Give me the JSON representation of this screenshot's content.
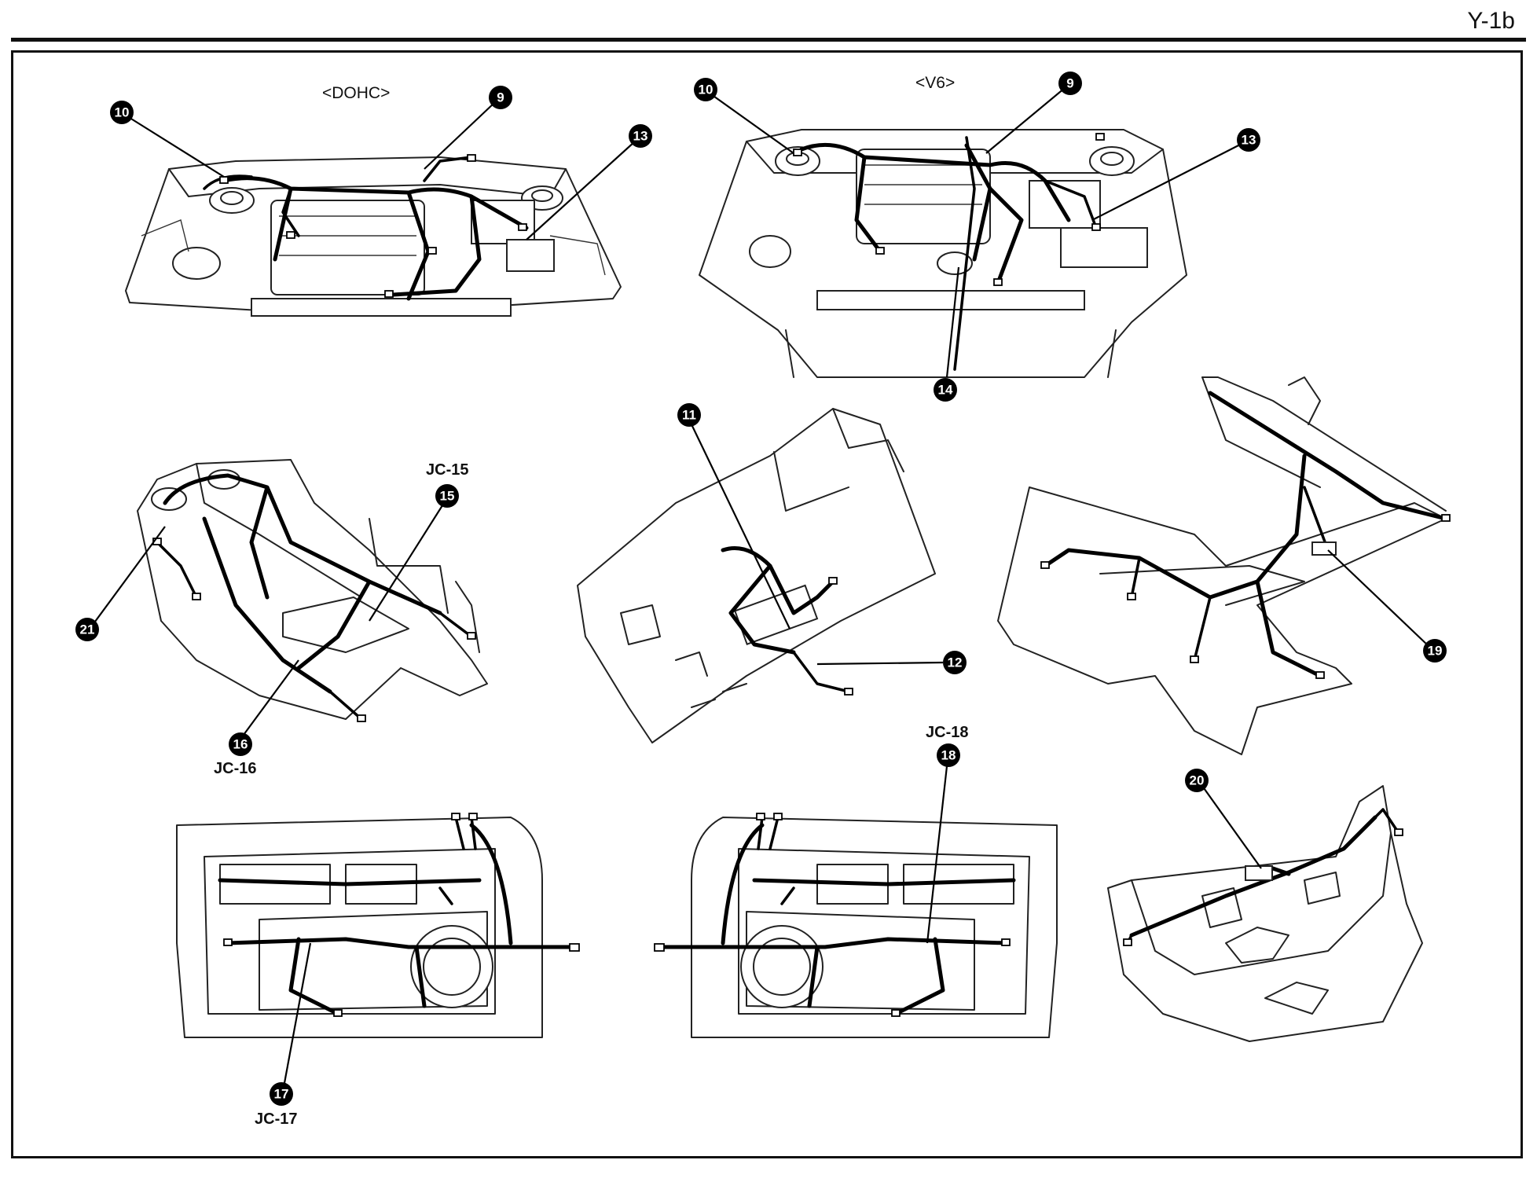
{
  "page_code": "Y-1b",
  "views": {
    "dohc_title": "<DOHC>",
    "v6_title": "<V6>"
  },
  "callouts": {
    "c10a": "10",
    "c9a": "9",
    "c13a": "13",
    "c10b": "10",
    "c9b": "9",
    "c13b": "13",
    "c14": "14",
    "c11": "11",
    "c12": "12",
    "c15": "15",
    "c16": "16",
    "c21": "21",
    "c19": "19",
    "c17": "17",
    "c18": "18",
    "c20": "20"
  },
  "joint_connectors": {
    "jc15": "JC-15",
    "jc16": "JC-16",
    "jc17": "JC-17",
    "jc18": "JC-18"
  }
}
